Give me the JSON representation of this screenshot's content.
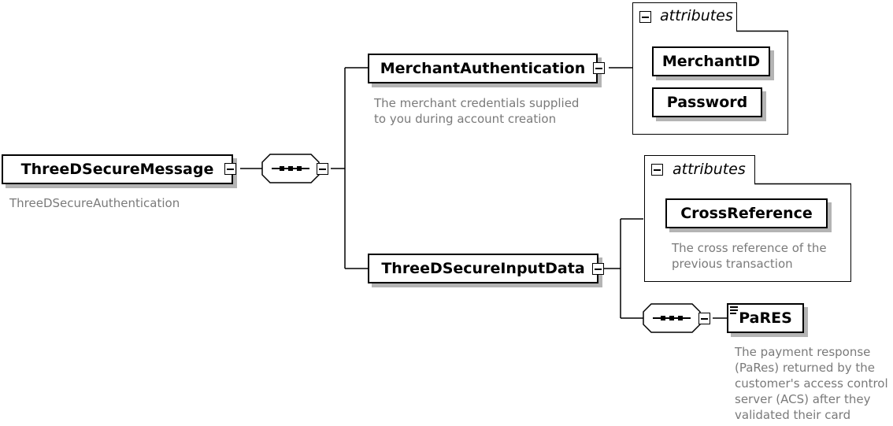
{
  "root": {
    "name": "ThreeDSecureMessage",
    "annotation": "ThreeDSecureAuthentication"
  },
  "merchant_authentication": {
    "name": "MerchantAuthentication",
    "annotation_lines": [
      "The merchant credentials supplied",
      "to you during account creation"
    ],
    "attributes_label": "attributes",
    "attributes": [
      "MerchantID",
      "Password"
    ]
  },
  "input_data": {
    "name": "ThreeDSecureInputData",
    "attributes_label": "attributes",
    "attributes": [
      "CrossReference"
    ],
    "attribute_annotation_lines": [
      "The cross reference of the",
      "previous transaction"
    ]
  },
  "pares": {
    "name": "PaRES",
    "annotation_lines": [
      "The payment response",
      "(PaRes) returned by the",
      "customer's access control",
      "server (ACS) after they",
      "validated their card"
    ]
  },
  "icons": {
    "sequence": "sequence-compositor-icon",
    "collapse": "collapse-minus-icon",
    "text_content": "text-content-icon"
  }
}
